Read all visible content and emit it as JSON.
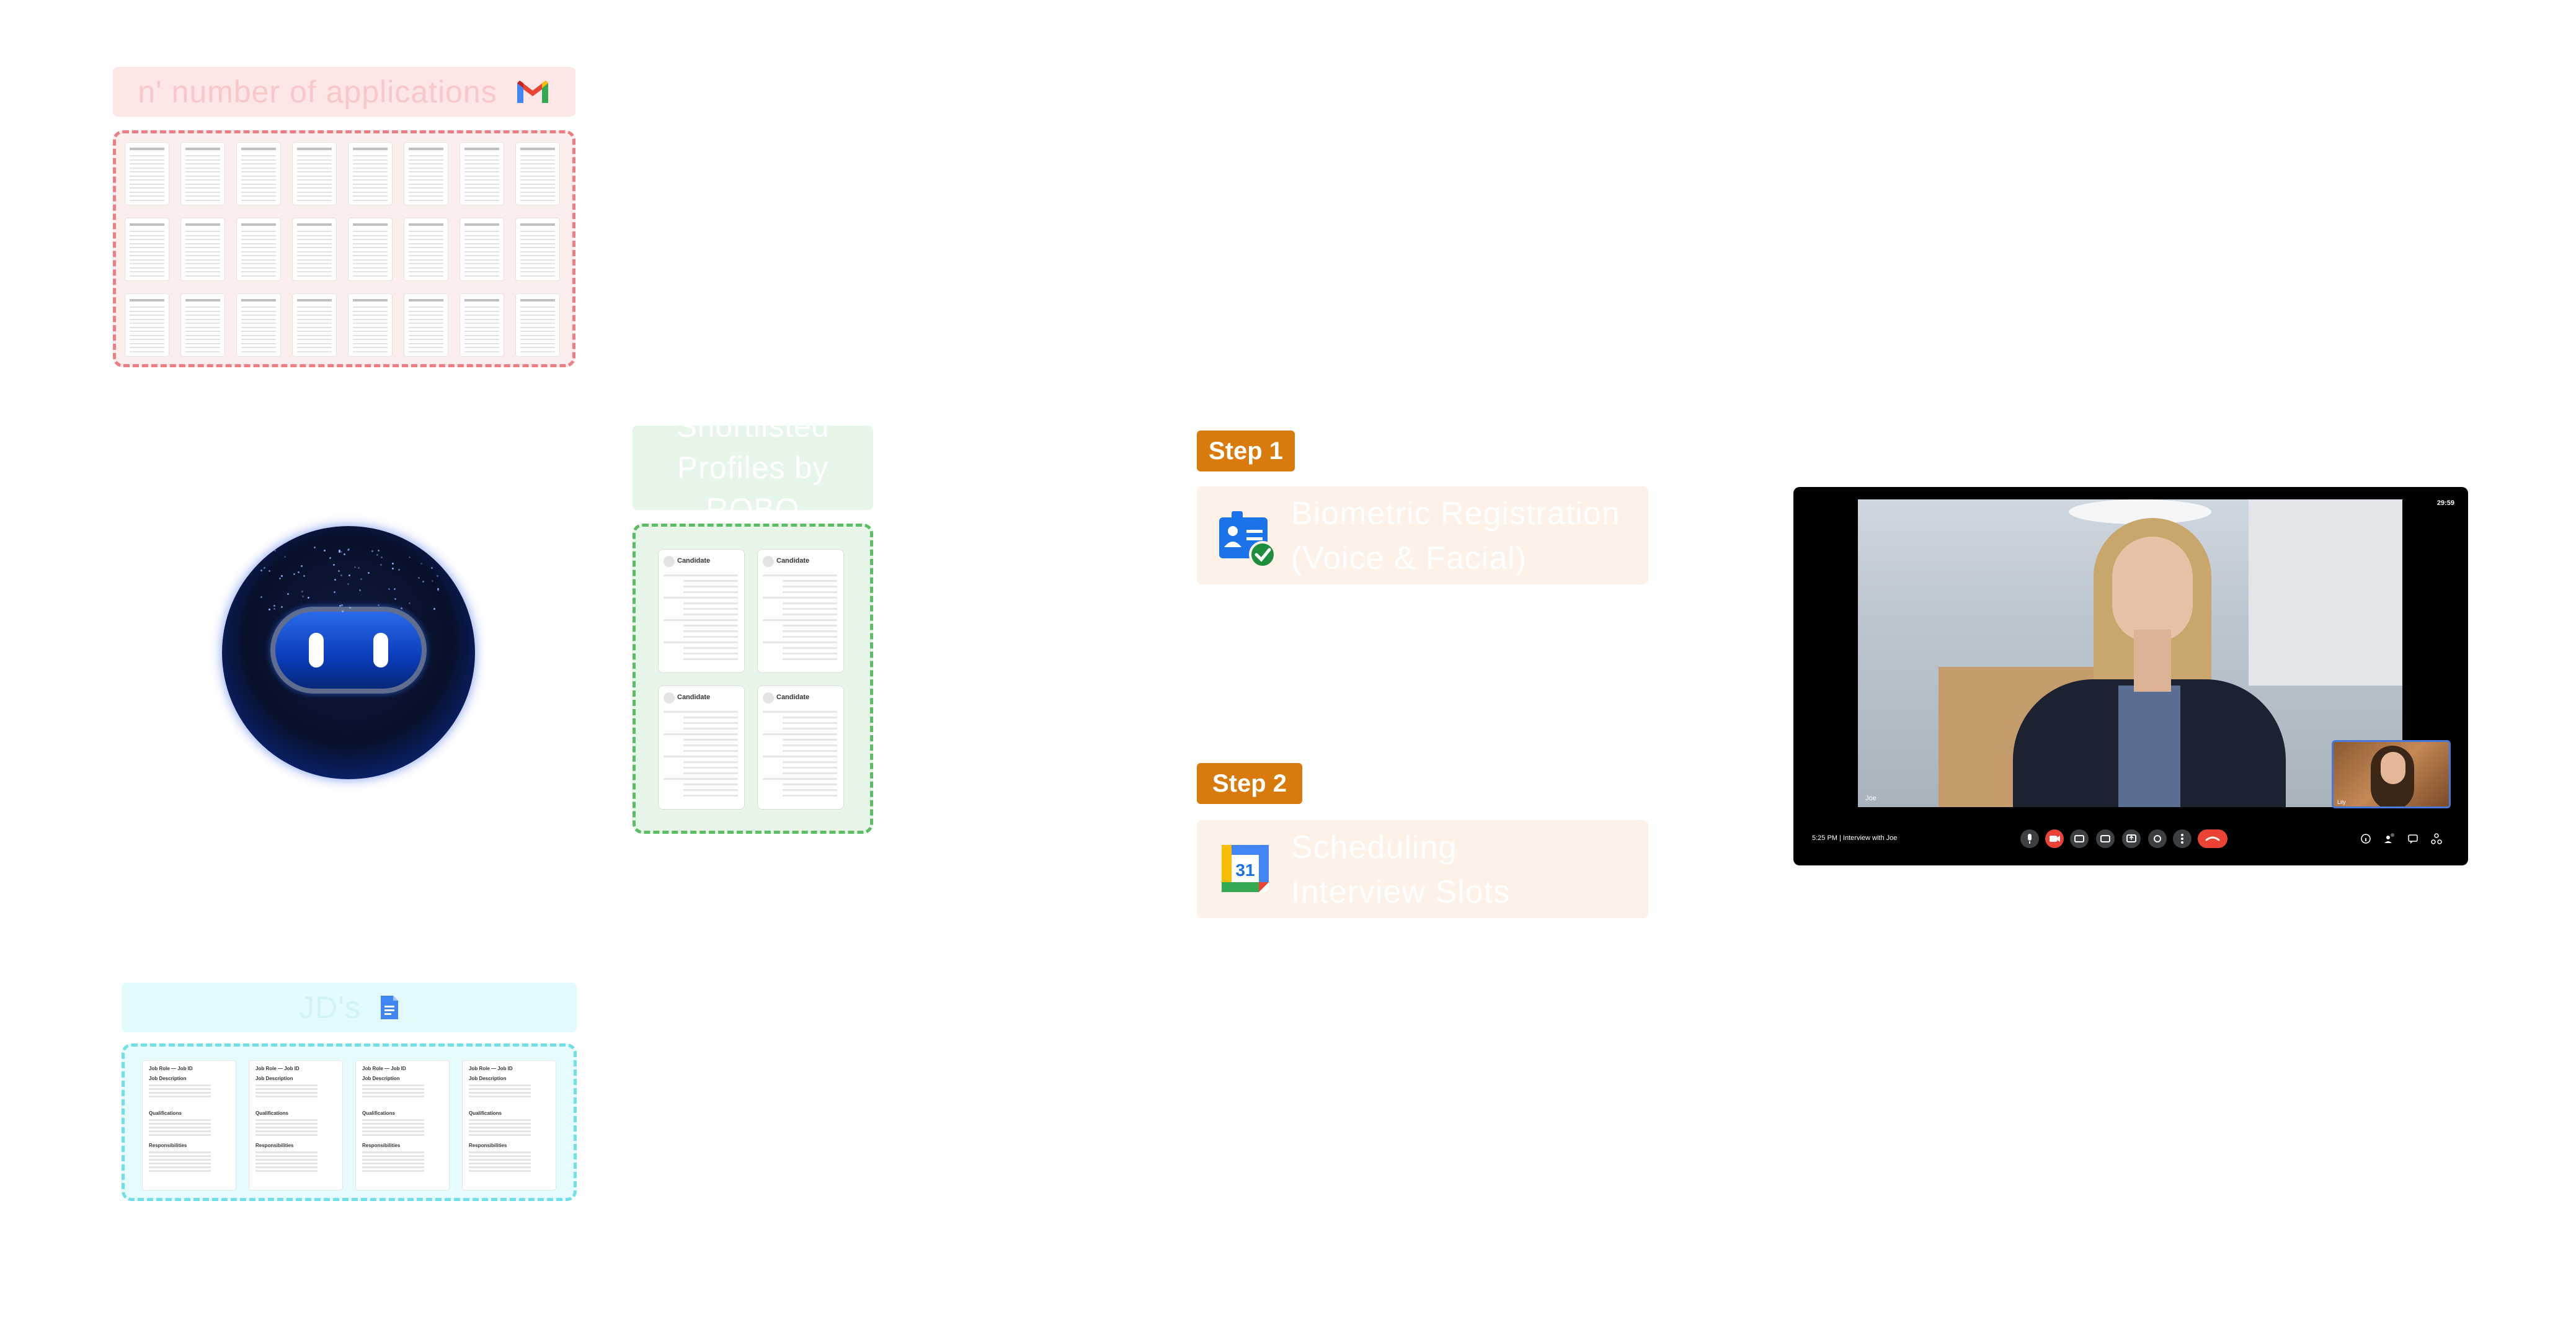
{
  "applications": {
    "label": "n' number of applications",
    "icon": "gmail-icon",
    "doc_title": "Candidate"
  },
  "shortlisted": {
    "label": "Shortlisted Profiles by ROBO",
    "doc_title": "Candidate"
  },
  "jds": {
    "label": "JD's",
    "icon": "google-docs-icon",
    "doc_title": "Job Role — Job ID",
    "sections": [
      "Job Description",
      "Qualifications",
      "Responsibilities"
    ]
  },
  "robot": {
    "icon": "robo-avatar-icon"
  },
  "steps": [
    {
      "tag": "Step 1",
      "line1": "Biometric Registration",
      "line2": "(Voice & Facial)",
      "icon": "biometric-id-icon"
    },
    {
      "tag": "Step 2",
      "line1": "Scheduling",
      "line2": "Interview Slots",
      "icon": "google-calendar-icon",
      "calendar_day": "31"
    }
  ],
  "video_call": {
    "timer": "29:59",
    "meeting_info": "5:25 PM | Interview with Joe",
    "main_name": "Joe",
    "pip_name": "Lily"
  },
  "colors": {
    "step_tag": "#d97a0c",
    "red_border": "#ee7d84",
    "green_border": "#5cbe64",
    "cyan_border": "#70dfe8"
  }
}
